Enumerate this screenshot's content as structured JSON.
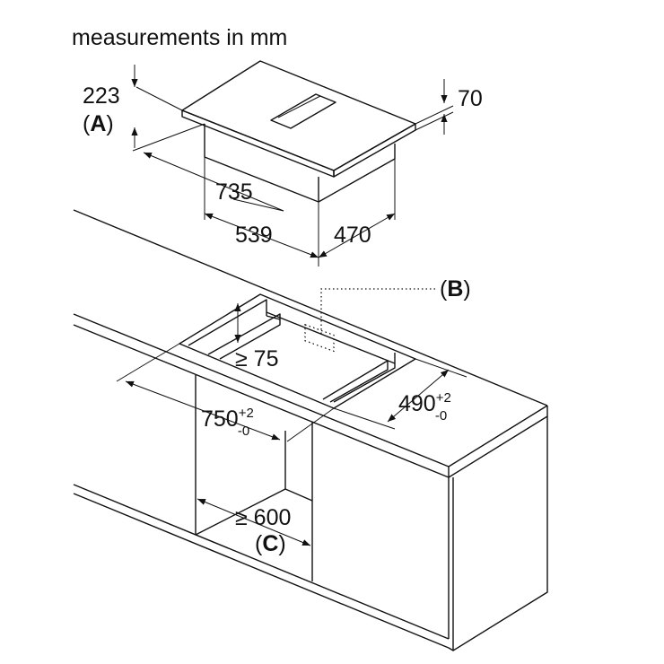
{
  "title": "measurements in mm",
  "hob": {
    "depth_total": "223",
    "label_a": "A",
    "height_top": "70",
    "width": "735",
    "base_width": "539",
    "base_depth": "470"
  },
  "cutout": {
    "label_b": "B",
    "depth_min": "≥ 75",
    "width": "750",
    "width_tol_plus": "+2",
    "width_tol_minus": "-0",
    "depth": "490",
    "depth_tol_plus": "+2",
    "depth_tol_minus": "-0",
    "cabinet_min": "≥ 600",
    "label_c": "C"
  }
}
